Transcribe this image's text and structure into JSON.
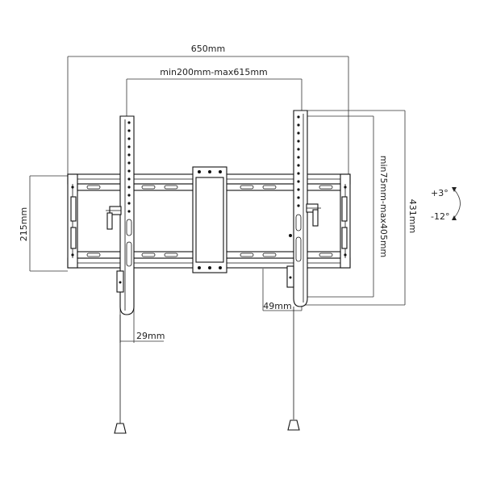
{
  "dimensions": {
    "overall_width": "650mm",
    "vesa_horizontal": "min200mm-max615mm",
    "wall_plate_height": "215mm",
    "vesa_vertical": "min75mm-max405mm",
    "arm_height": "431mm",
    "depth_offset": "49mm",
    "cord_offset": "29mm"
  },
  "tilt": {
    "up": "+3°",
    "down": "-12°"
  },
  "colors": {
    "line": "#111111",
    "background": "#ffffff"
  }
}
